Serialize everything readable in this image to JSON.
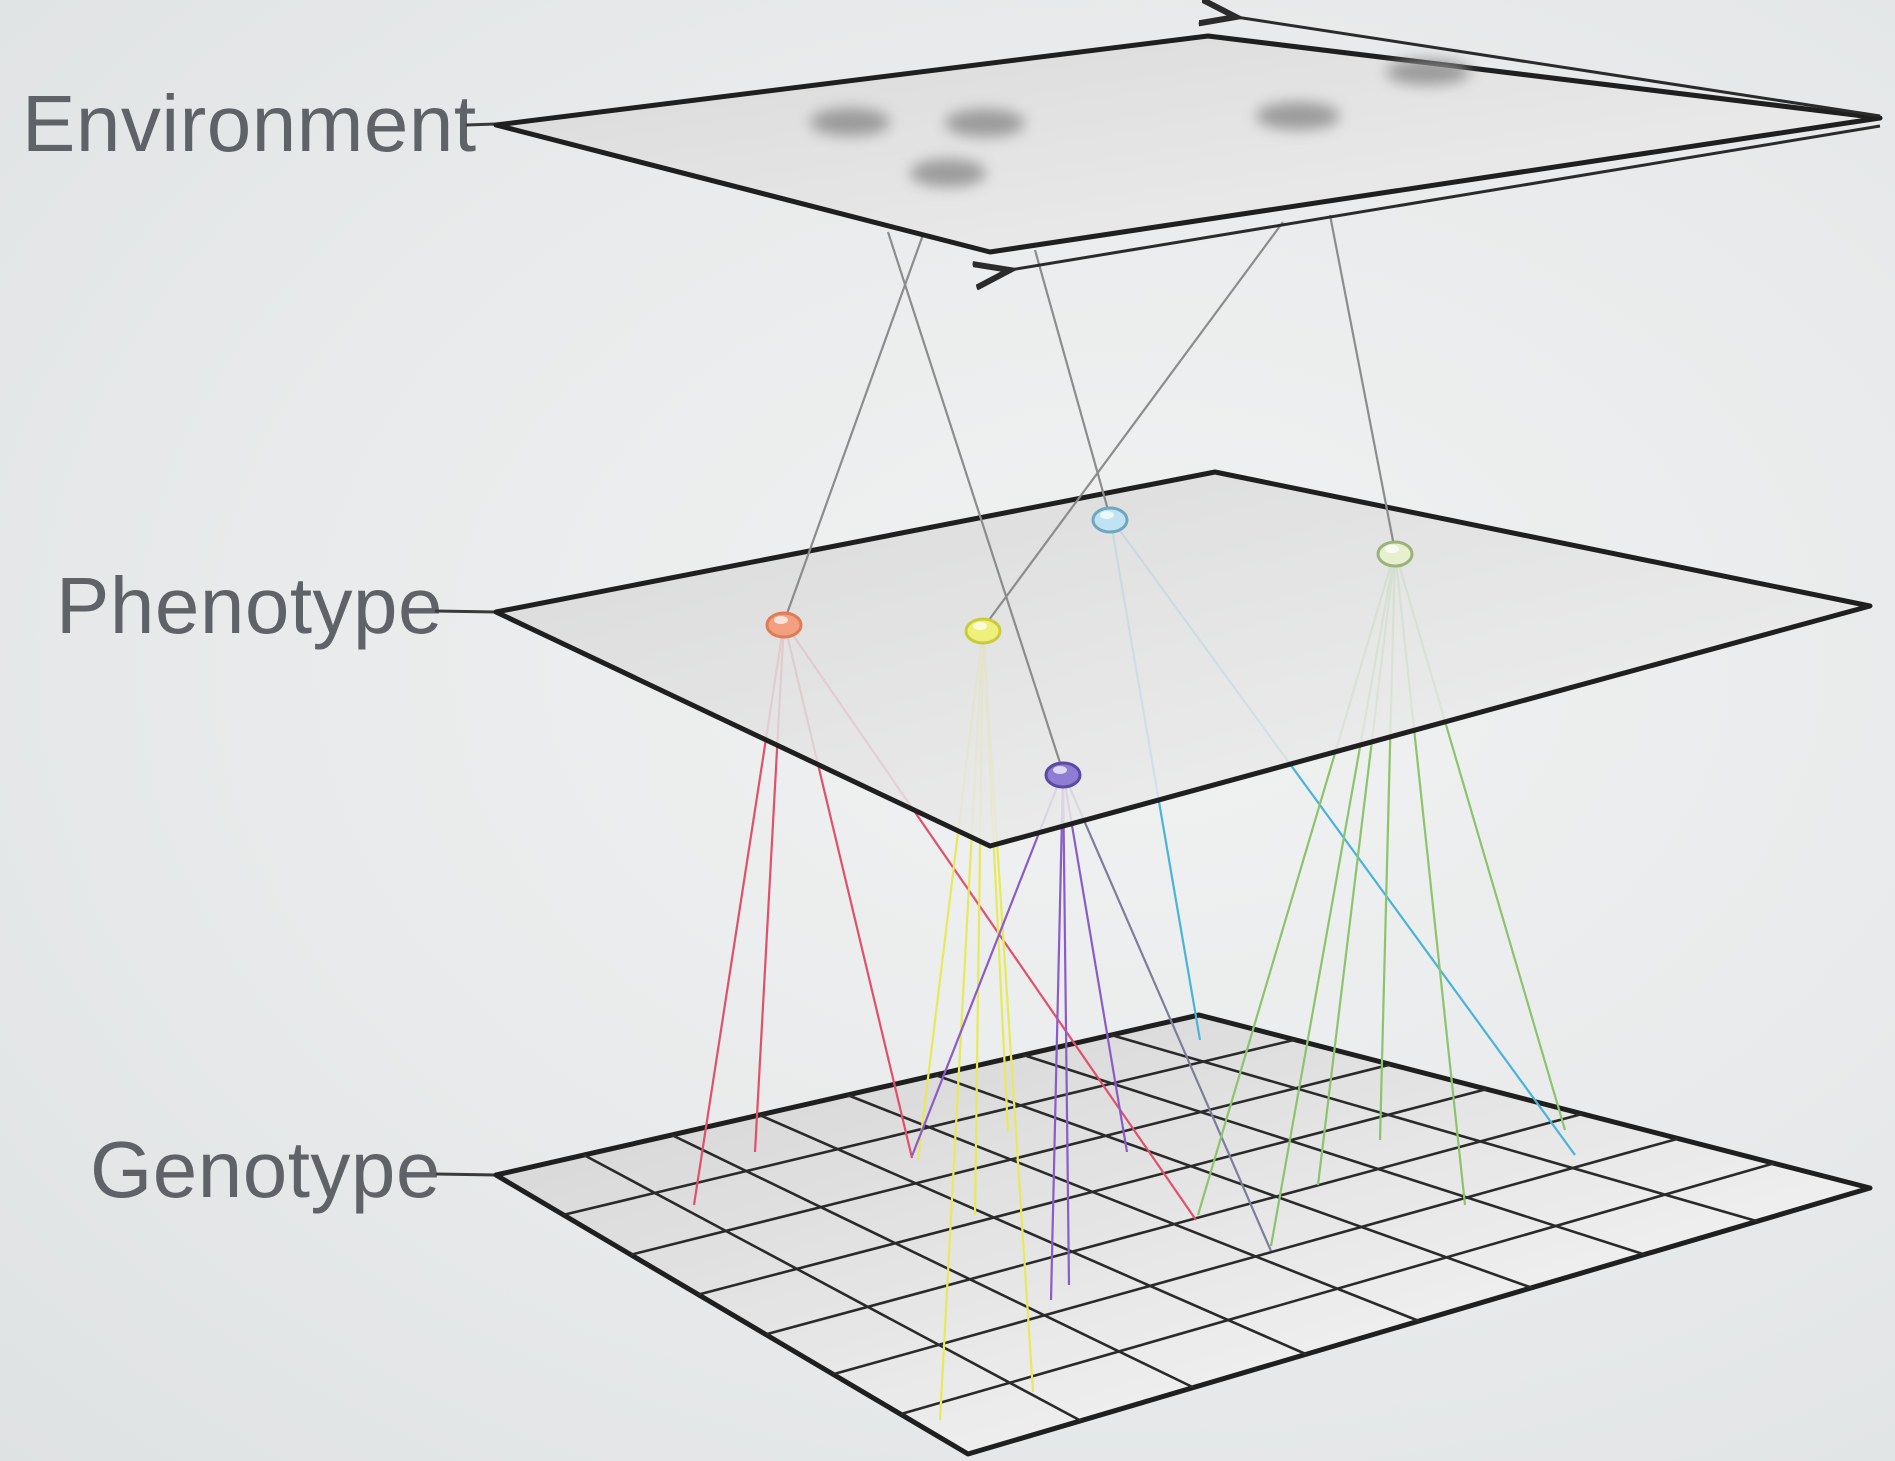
{
  "layers": {
    "environment": {
      "label": "Environment"
    },
    "phenotype": {
      "label": "Phenotype"
    },
    "genotype": {
      "label": "Genotype"
    }
  },
  "colors": {
    "background": "#e9ebec",
    "plane_fill": "#dedede",
    "outline": "#2b2b2b",
    "env_links": "#8c8c8c",
    "red_trait": "#e0506a",
    "yellow_trait": "#e6ea5a",
    "purple_trait": "#8a5cc7",
    "cyan_trait": "#49b3d8",
    "green_trait": "#8bc46b",
    "label_text": "#5f6368"
  }
}
